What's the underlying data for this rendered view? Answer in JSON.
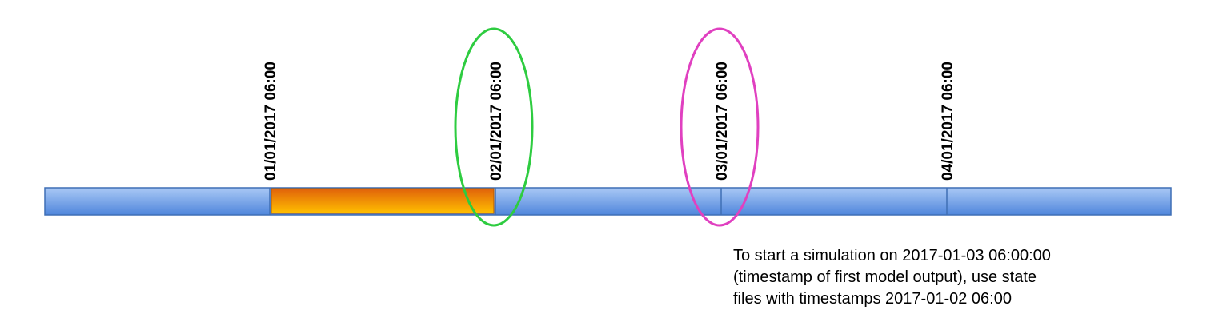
{
  "timeline": {
    "ticks": [
      {
        "label": "01/01/2017 06:00"
      },
      {
        "label": "02/01/2017 06:00"
      },
      {
        "label": "03/01/2017 06:00"
      },
      {
        "label": "04/01/2017 06:00"
      }
    ],
    "highlight": {
      "from_tick": 0,
      "to_tick": 1
    },
    "circles": [
      {
        "tick": 1,
        "color": "#2ecc40",
        "name": "green"
      },
      {
        "tick": 2,
        "color": "#e040c0",
        "name": "magenta"
      }
    ],
    "colors": {
      "bar_top": "#a9c8f5",
      "bar_bottom": "#4f86dc",
      "bar_border": "#3f6fb5",
      "highlight_top": "#e0620a",
      "highlight_bottom": "#ffc000"
    }
  },
  "caption": {
    "lines": [
      "To start a simulation on 2017-01-03 06:00:00",
      "(timestamp of first model output), use state",
      "files with timestamps 2017-01-02 06:00"
    ]
  }
}
